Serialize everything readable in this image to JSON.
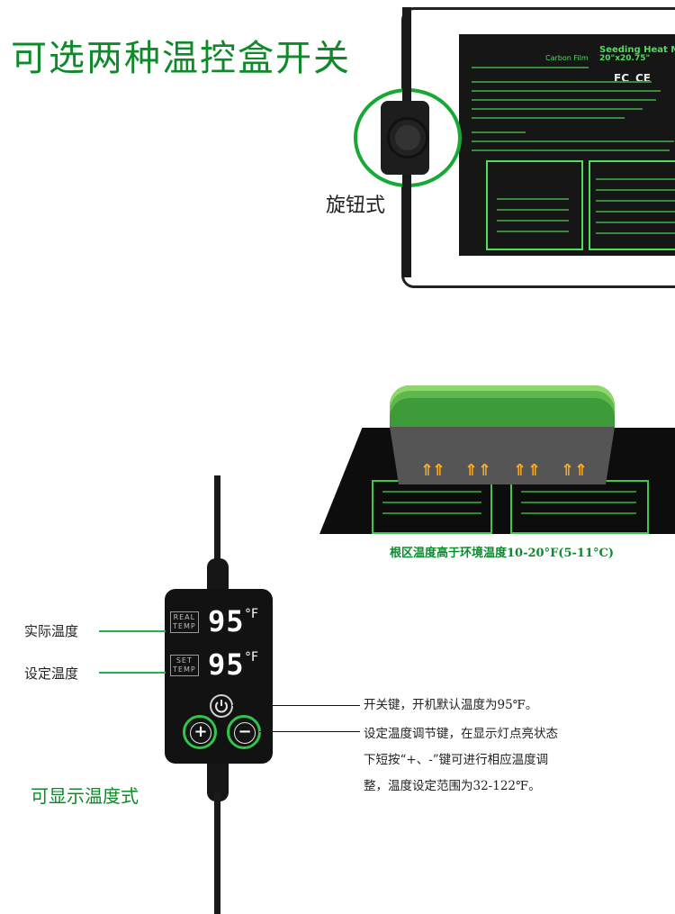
{
  "top": {
    "headline": "可选两种温控盒开关",
    "knob_label": "旋钮式",
    "mat_title": "Seeding Heat M",
    "mat_size": "20\"x20.75\"",
    "mat_film": "Carbon Film",
    "cert_marks": [
      "FC",
      "CE"
    ]
  },
  "middle": {
    "root_note": "根区温度高于环境温度10-20°F(5-11°C)",
    "arrow_glyph": "⇑"
  },
  "controller": {
    "real_tag": [
      "REAL",
      "TEMP"
    ],
    "set_tag": [
      "SET",
      "TEMP"
    ],
    "real_value": "95",
    "set_value": "95",
    "unit": "°F",
    "plus": "+",
    "minus": "−"
  },
  "labels": {
    "actual_temp": "实际温度",
    "set_temp": "设定温度",
    "display_type": "可显示温度式"
  },
  "notes": {
    "power": "开关键，开机默认温度为95℉。",
    "adjust": [
      "设定温度调节键，在显示灯点亮状态",
      "下短按“+、-”键可进行相应温度调",
      "整，温度设定范围为32-122℉。"
    ]
  },
  "colors": {
    "brand_green": "#0f8a2a",
    "button_ring": "#2fc64a",
    "mat_green": "#4dde5a",
    "heat_arrow": "#ffb020"
  }
}
